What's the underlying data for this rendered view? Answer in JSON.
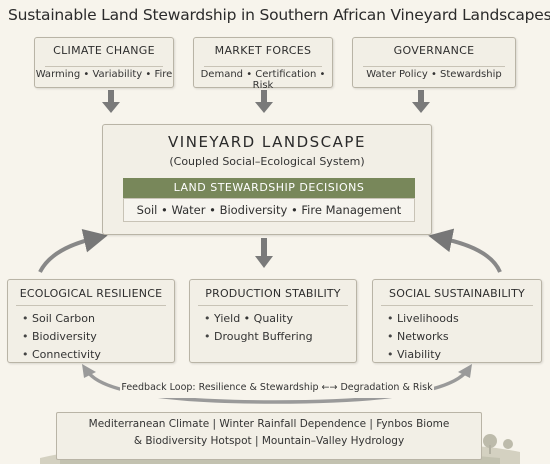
{
  "title": "Sustainable Land Stewardship in Southern African Vineyard Landscapes",
  "drivers": [
    {
      "title": "CLIMATE CHANGE",
      "items": "Warming • Variability • Fire"
    },
    {
      "title": "MARKET FORCES",
      "items": "Demand • Certification • Risk"
    },
    {
      "title": "GOVERNANCE",
      "items": "Water Policy • Stewardship"
    }
  ],
  "central": {
    "title": "VINEYARD LANDSCAPE",
    "subtitle": "(Coupled Social–Ecological System)",
    "decision_title": "LAND STEWARDSHIP DECISIONS",
    "decision_items": "Soil • Water • Biodiversity • Fire Management"
  },
  "outcomes": [
    {
      "title": "ECOLOGICAL RESILIENCE",
      "items": [
        "Soil Carbon",
        "Biodiversity",
        "Connectivity"
      ]
    },
    {
      "title": "PRODUCTION STABILITY",
      "items": [
        "Yield • Quality",
        "Drought Buffering"
      ]
    },
    {
      "title": "SOCIAL SUSTAINABILITY",
      "items": [
        "Livelihoods",
        "Networks",
        "Viability"
      ]
    }
  ],
  "feedback": "Feedback Loop: Resilience & Stewardship ←→ Degradation & Risk",
  "context": {
    "line1": "Mediterranean Climate | Winter Rainfall Dependence | Fynbos Biome",
    "line2": "& Biodiversity Hotspot | Mountain–Valley Hydrology"
  },
  "colors": {
    "arrow": "#777777",
    "accent_green": "#78875a",
    "box_fill": "#f2efe6",
    "border": "#b9b4a6"
  }
}
